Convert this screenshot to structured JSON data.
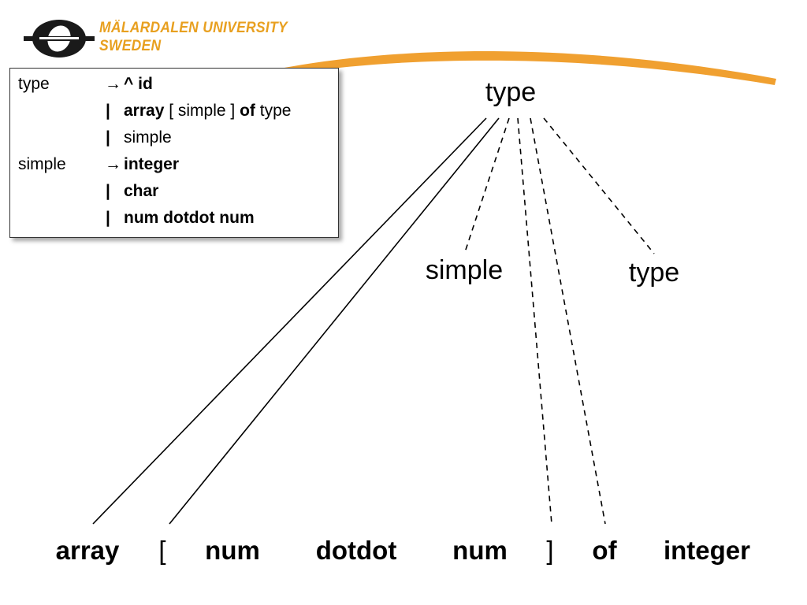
{
  "branding": {
    "university": "MÄLARDALEN UNIVERSITY",
    "country": "SWEDEN",
    "accent_color": "#e8a020",
    "logo_icon": "university-logo-icon"
  },
  "grammar": {
    "rows": [
      {
        "lhs": "type",
        "arrow": "→",
        "sep": "",
        "rhs": [
          {
            "t": "^ ",
            "b": true
          },
          {
            "t": "id",
            "b": true
          }
        ]
      },
      {
        "lhs": "",
        "arrow": "",
        "sep": "|",
        "rhs": [
          {
            "t": "array",
            "b": true
          },
          {
            "t": " [ simple ] ",
            "b": false
          },
          {
            "t": "of",
            "b": true
          },
          {
            "t": " type",
            "b": false
          }
        ]
      },
      {
        "lhs": "",
        "arrow": "",
        "sep": "|",
        "rhs": [
          {
            "t": "simple",
            "b": false
          }
        ]
      },
      {
        "lhs": "simple",
        "arrow": "→",
        "sep": "",
        "rhs": [
          {
            "t": "integer",
            "b": true
          }
        ]
      },
      {
        "lhs": "",
        "arrow": "",
        "sep": "|",
        "rhs": [
          {
            "t": "char",
            "b": true
          }
        ]
      },
      {
        "lhs": "",
        "arrow": "",
        "sep": "|",
        "rhs": [
          {
            "t": "num dotdot num",
            "b": true
          }
        ]
      }
    ]
  },
  "tree": {
    "root": "type",
    "children": [
      "simple",
      "type"
    ],
    "leaves": [
      {
        "label": "array",
        "bold": true
      },
      {
        "label": "[",
        "bold": false
      },
      {
        "label": "num",
        "bold": true
      },
      {
        "label": "dotdot",
        "bold": true
      },
      {
        "label": "num",
        "bold": true
      },
      {
        "label": "]",
        "bold": false
      },
      {
        "label": "of",
        "bold": true
      },
      {
        "label": "integer",
        "bold": true
      }
    ]
  }
}
